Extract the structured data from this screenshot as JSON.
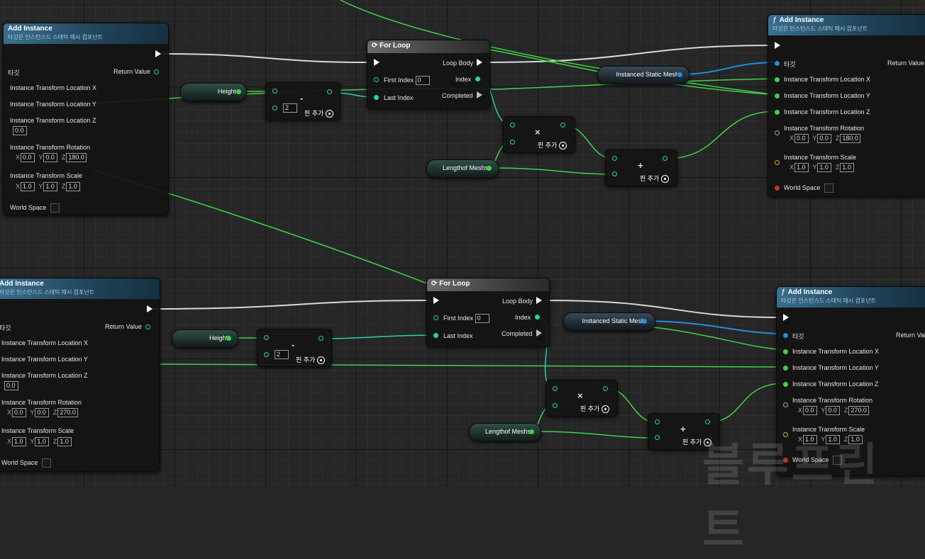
{
  "colors": {
    "exec": "#ffffff",
    "float": "#3fd24a",
    "int": "#25d3b0",
    "object": "#1e8ee0",
    "vector": "#d4ad1b",
    "rotator": "#9aa6d6",
    "bool": "#c23030"
  },
  "add_instance": {
    "title": "Add Instance",
    "subtitle": "타깃은 인스턴스드 스태틱 메시 컴포넌트",
    "target": "타깃",
    "return_value": "Return Value",
    "loc_x": "Instance Transform Location X",
    "loc_y": "Instance Transform Location Y",
    "loc_z": "Instance Transform Location Z",
    "rotation": "Instance Transform Rotation",
    "scale": "Instance Transform Scale",
    "world_space": "World Space",
    "axis_x": "X",
    "axis_y": "Y",
    "axis_z": "Z",
    "zero": "0.0",
    "one": "1.0"
  },
  "rot_values": {
    "top": "180.0",
    "bottom": "270.0"
  },
  "for_loop": {
    "title": "For Loop",
    "first_index": "First Index",
    "last_index": "Last Index",
    "loop_body": "Loop Body",
    "index": "Index",
    "completed": "Completed",
    "first_value": "0"
  },
  "vars": {
    "height": "Height",
    "length": "Lengthof Meshs",
    "ism": "Instanced Static Mesh"
  },
  "ops": {
    "minus": "-",
    "times": "×",
    "plus": "+",
    "add_pin": "핀 추가",
    "two": "2"
  },
  "watermark": "블루프린트"
}
